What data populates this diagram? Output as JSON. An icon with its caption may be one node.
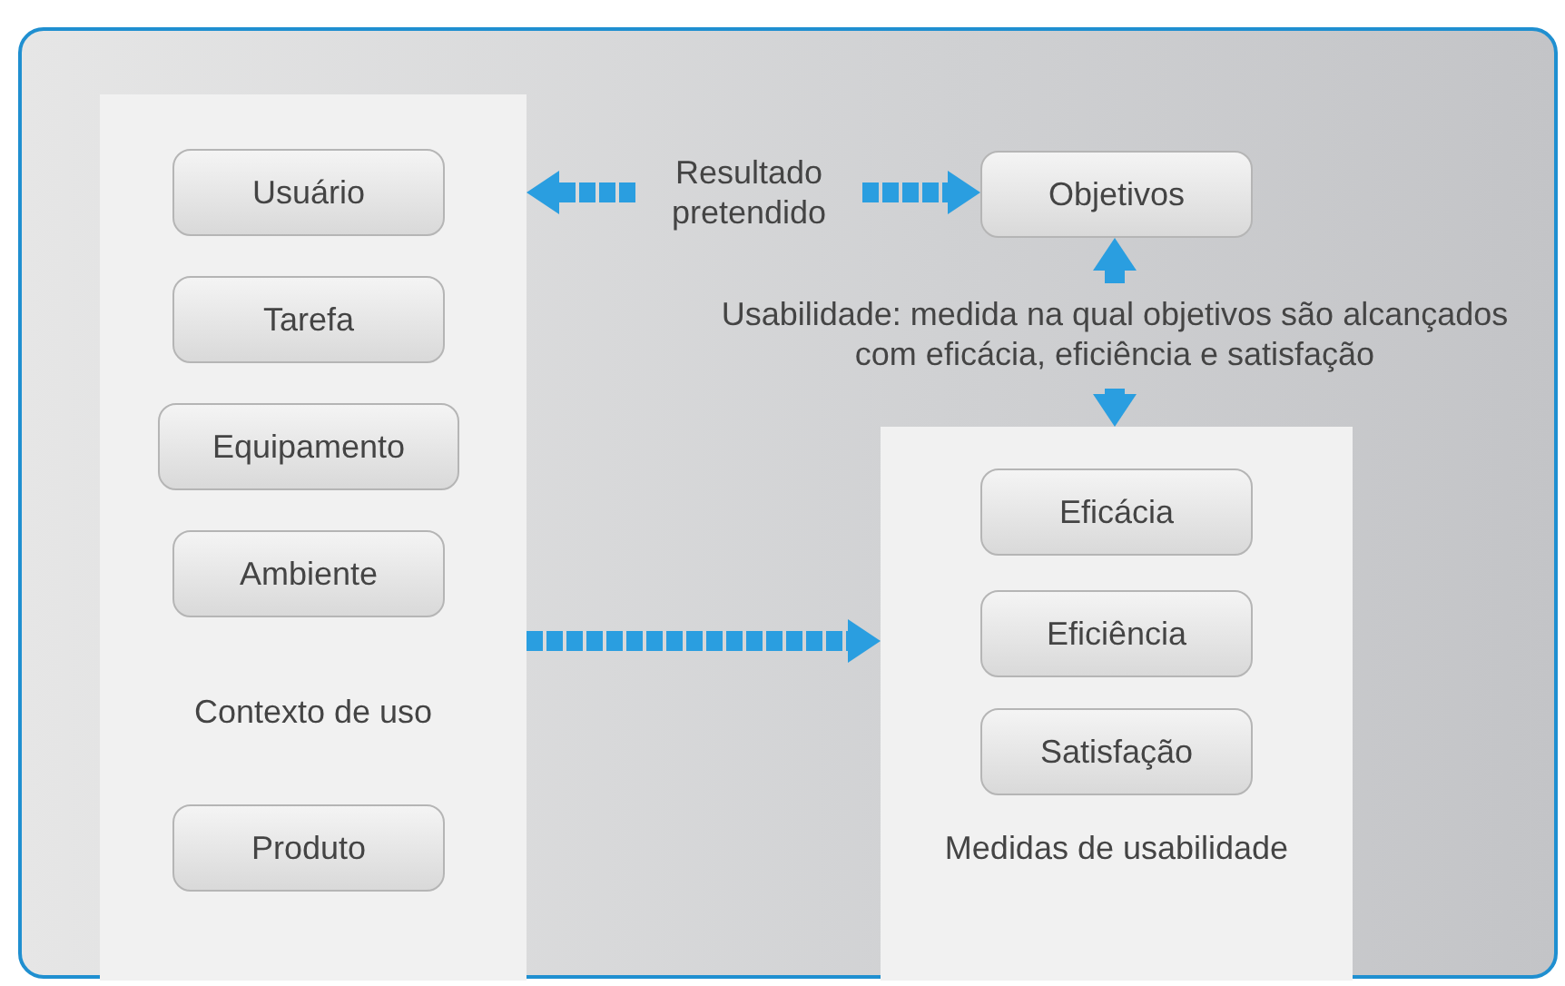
{
  "diagram": {
    "nodes": [
      {
        "text": [
          "Contexto de uso"
        ]
      },
      {
        "text": [
          "Usuário"
        ],
        "in": 0
      },
      {
        "text": [
          "Tarefa"
        ],
        "in": 0
      },
      {
        "text": [
          "Equipamento"
        ],
        "in": 0
      },
      {
        "text": [
          "Ambiente"
        ],
        "in": 0
      },
      {
        "text": [
          "Produto"
        ],
        "in": 0
      },
      {
        "text": [
          "Resultado pretendido"
        ]
      },
      {
        "text": [
          "Objetivos"
        ]
      },
      {
        "text": [
          "Usabilidade: medida na qual objetivos são alcançados com eficácia, eficiência e satisfação"
        ]
      },
      {
        "text": [
          "Medidas de usabilidade"
        ]
      },
      {
        "text": [
          "Eficácia"
        ],
        "in": 9
      },
      {
        "text": [
          "Eficiência"
        ],
        "in": 9
      },
      {
        "text": [
          "Satisfação"
        ],
        "in": 9
      }
    ],
    "edges": [
      {
        "from": 6,
        "to": 0,
        "arrow": "to",
        "style": "dashed"
      },
      {
        "from": 6,
        "to": 7,
        "arrow": "to",
        "style": "dashed"
      },
      {
        "from": 8,
        "to": 7,
        "arrow": "to"
      },
      {
        "from": 8,
        "to": 9,
        "arrow": "to"
      },
      {
        "from": 0,
        "to": 9,
        "arrow": "to",
        "style": "dashed"
      }
    ]
  }
}
